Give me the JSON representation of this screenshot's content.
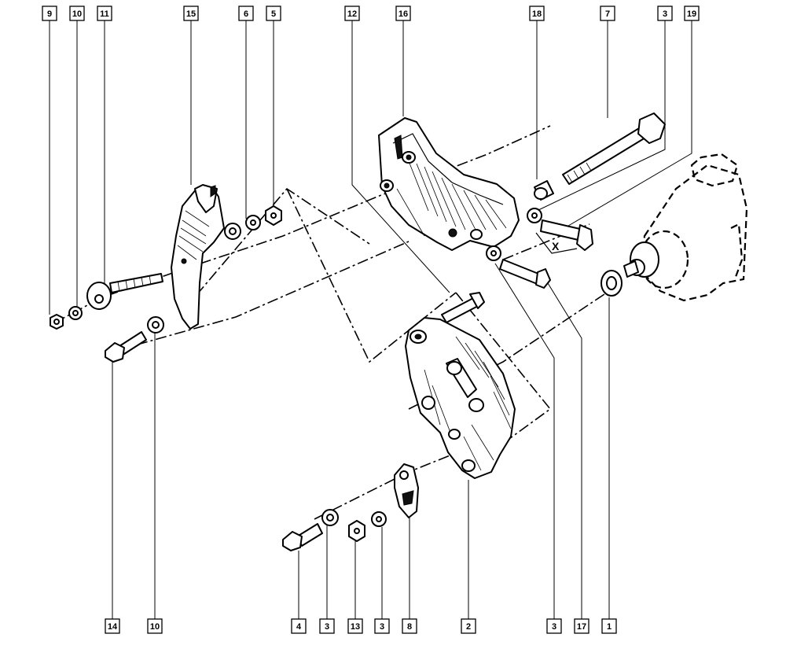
{
  "callouts_top": [
    "9",
    "10",
    "11",
    "15",
    "6",
    "5",
    "12",
    "16",
    "18",
    "7",
    "3",
    "19"
  ],
  "callouts_bottom": [
    "14",
    "10",
    "4",
    "3",
    "13",
    "3",
    "8",
    "2",
    "3",
    "17",
    "1"
  ],
  "dimension_label": "X"
}
